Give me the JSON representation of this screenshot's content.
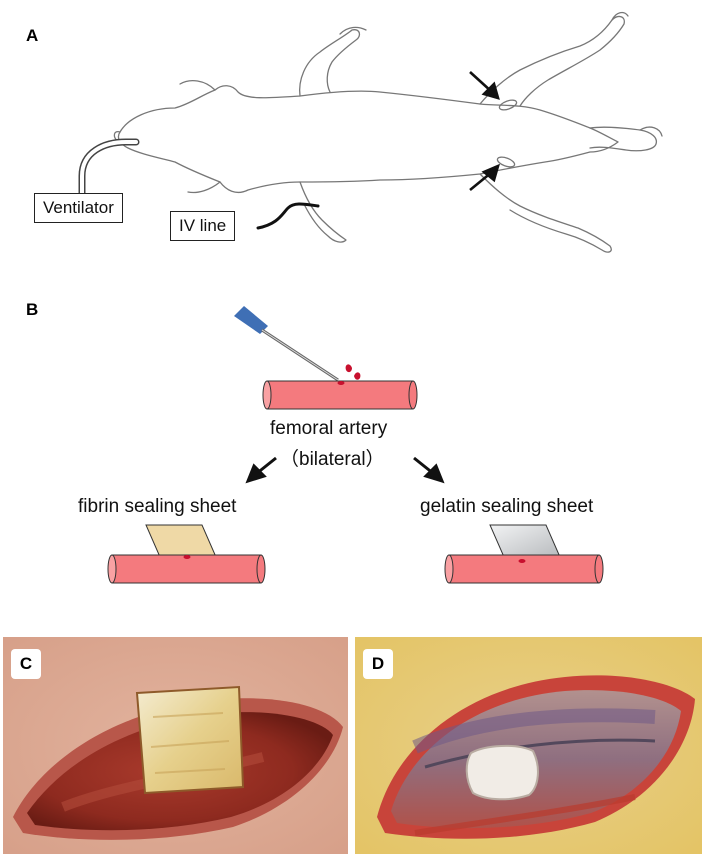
{
  "panel_a": {
    "letter": "A",
    "ventilator_label": "Ventilator",
    "iv_label": "IV line"
  },
  "panel_b": {
    "letter": "B",
    "artery_label": "femoral artery",
    "bilateral_label": "（bilateral）",
    "left_branch_label": "fibrin sealing sheet",
    "right_branch_label": "gelatin sealing sheet",
    "colors": {
      "artery": "#f47a7e",
      "blood": "#c8102e",
      "needle_hub": "#3f6fb5",
      "fibrin_sheet": "#efd9a6",
      "gelatin_sheet": "#d4d6d8"
    }
  },
  "panel_c": {
    "letter": "C"
  },
  "panel_d": {
    "letter": "D"
  }
}
